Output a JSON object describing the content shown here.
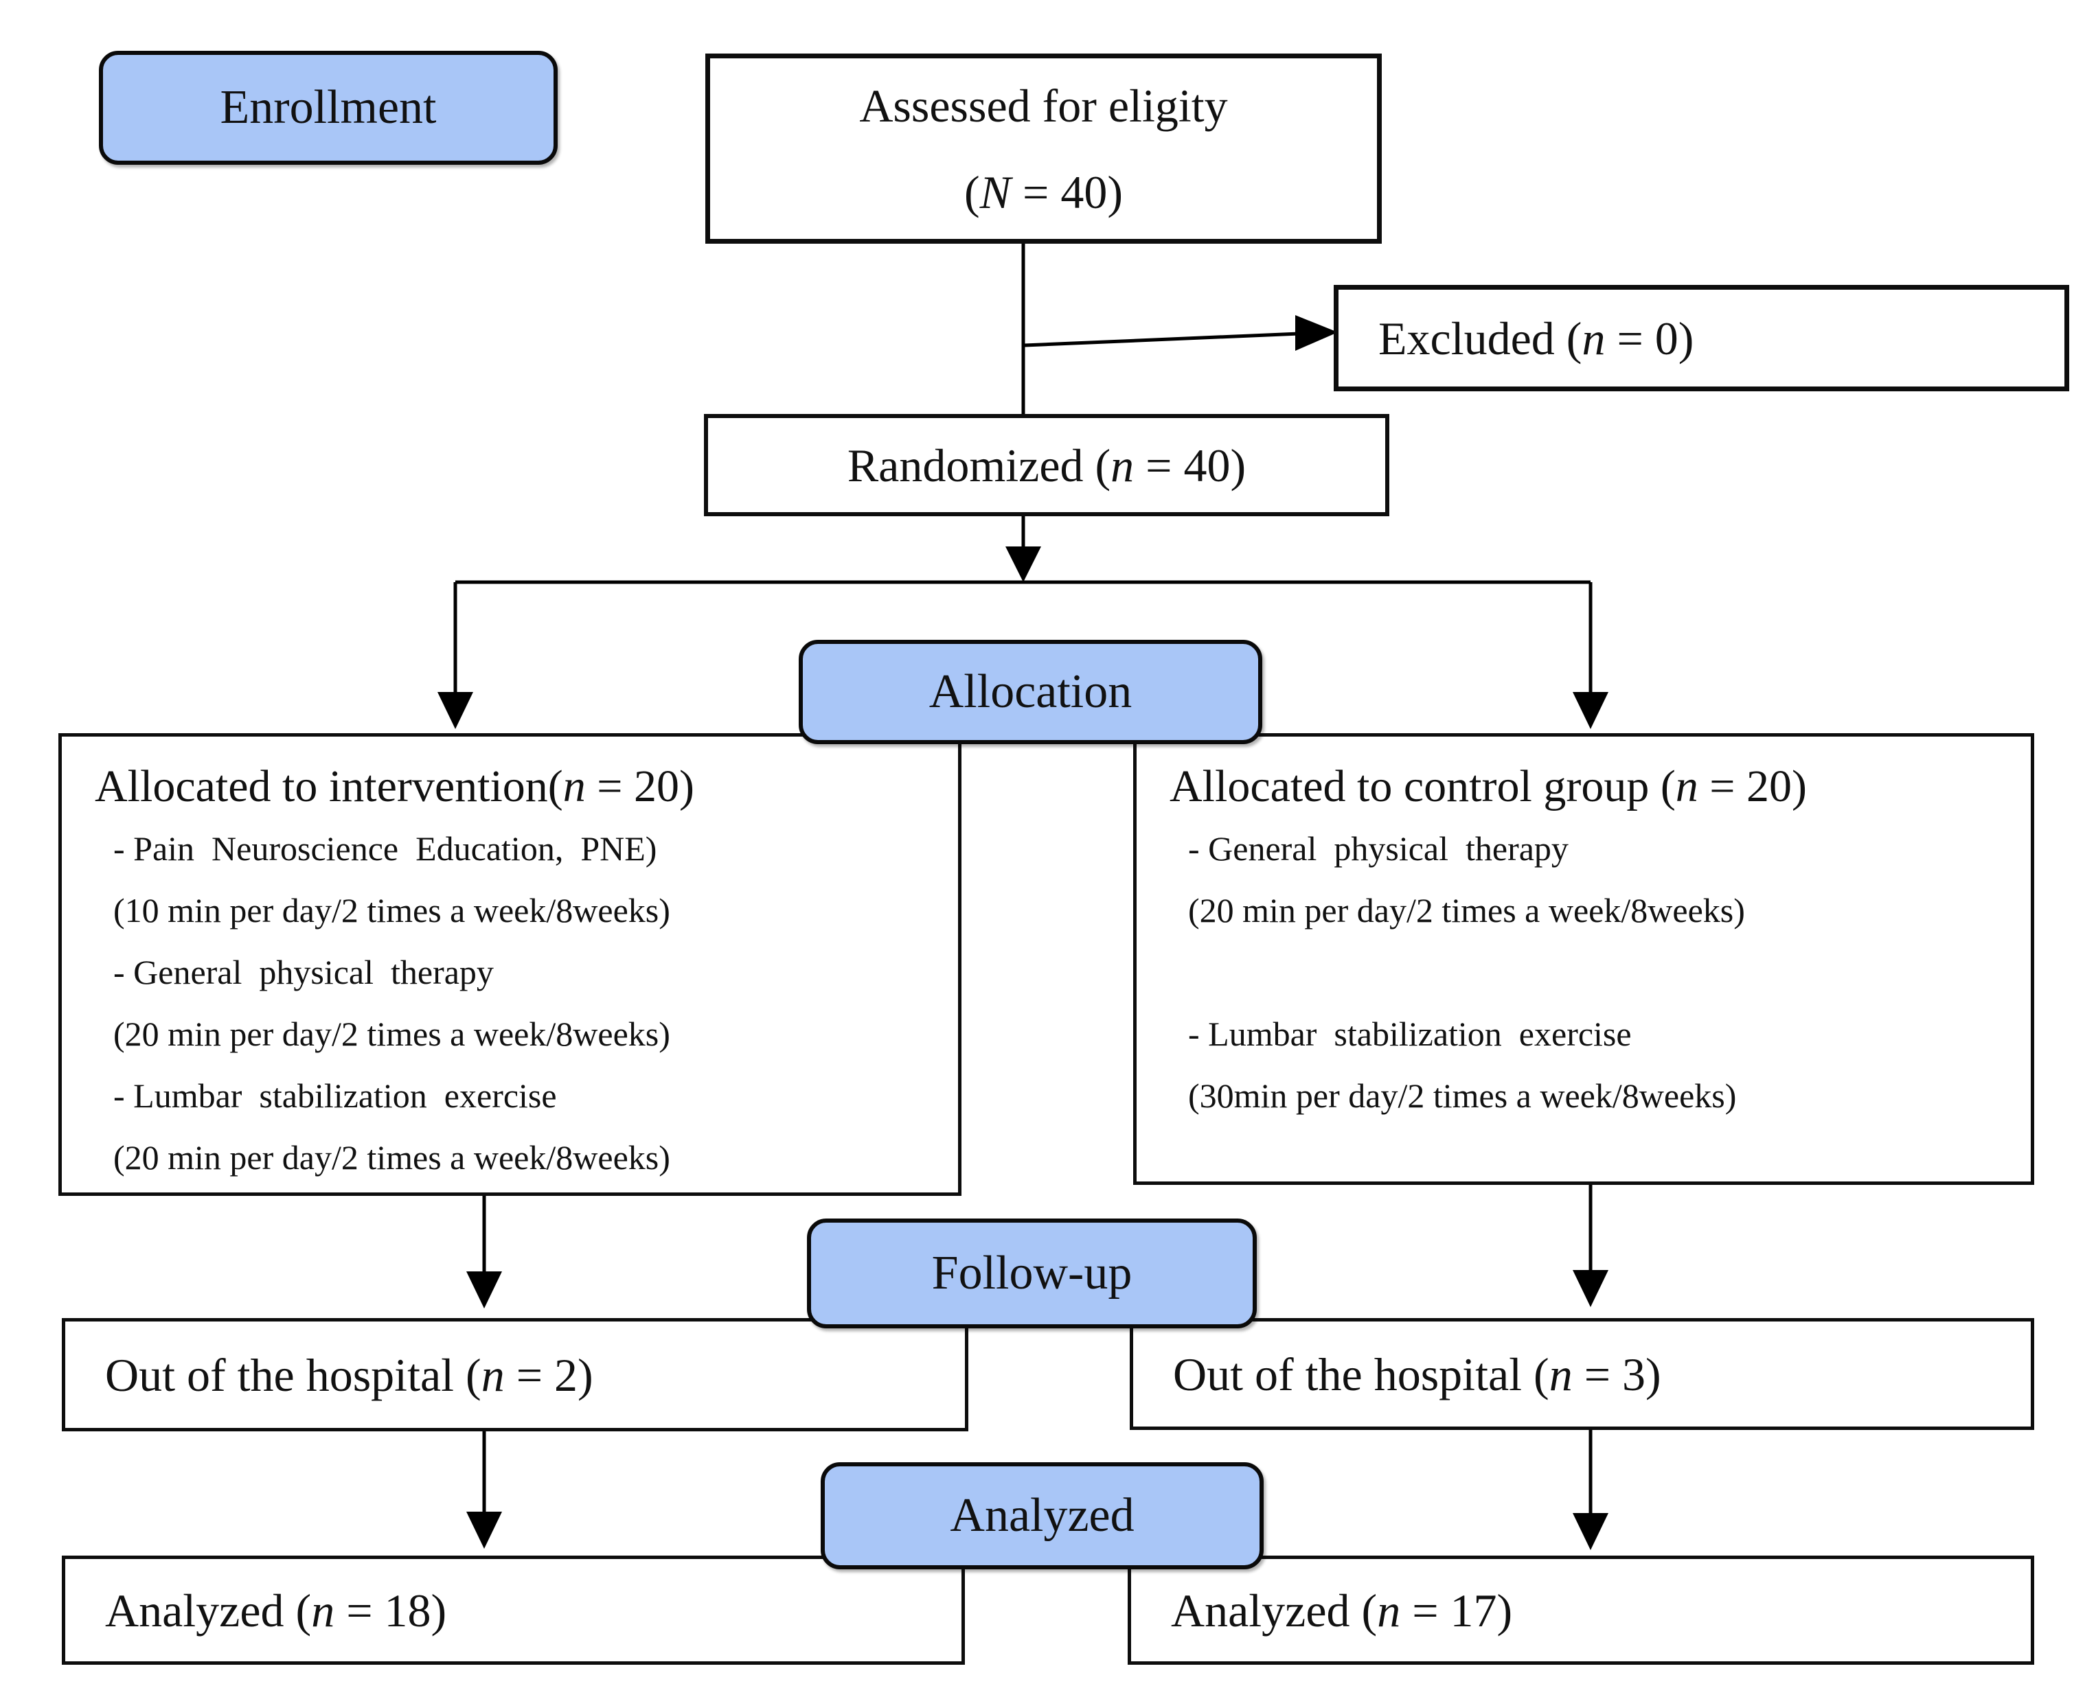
{
  "colors": {
    "banner_fill": "#a9c6f7",
    "box_border": "#0d0d0d",
    "line": "#000000"
  },
  "banners": {
    "enrollment": "Enrollment",
    "allocation": "Allocation",
    "followup": "Follow-up",
    "analyzed": "Analyzed"
  },
  "boxes": {
    "assessed": {
      "line1": "Assessed for eligity",
      "l2_prefix": "(",
      "l2_var": "N",
      "l2_suffix": " = 40)"
    },
    "excluded": {
      "prefix": "Excluded (",
      "var": "n",
      "suffix": " = 0)"
    },
    "randomized": {
      "prefix": "Randomized (",
      "var": "n",
      "suffix": " = 40)"
    },
    "alloc_left": {
      "title_prefix": "Allocated to intervention(",
      "title_var": "n",
      "title_suffix": " = 20)",
      "lines": [
        "- Pain  Neuroscience  Education,  PNE)",
        "(10 min per day/2 times a week/8weeks)",
        "- General  physical  therapy",
        "(20 min per day/2 times a week/8weeks)",
        "- Lumbar  stabilization  exercise",
        "(20 min per day/2 times a week/8weeks)"
      ]
    },
    "alloc_right": {
      "title_prefix": "Allocated to control group (",
      "title_var": "n",
      "title_suffix": " = 20)",
      "lines": [
        "- General  physical  therapy",
        "(20 min per day/2 times a week/8weeks)",
        "",
        "- Lumbar  stabilization  exercise",
        "(30min per day/2 times a week/8weeks)"
      ]
    },
    "followup_left": {
      "prefix": "Out of the hospital (",
      "var": "n",
      "suffix": " = 2)"
    },
    "followup_right": {
      "prefix": "Out of the hospital (",
      "var": "n",
      "suffix": " = 3)"
    },
    "analyzed_left": {
      "prefix": "Analyzed (",
      "var": "n",
      "suffix": " = 18)"
    },
    "analyzed_right": {
      "prefix": "Analyzed (",
      "var": "n",
      "suffix": " = 17)"
    }
  }
}
